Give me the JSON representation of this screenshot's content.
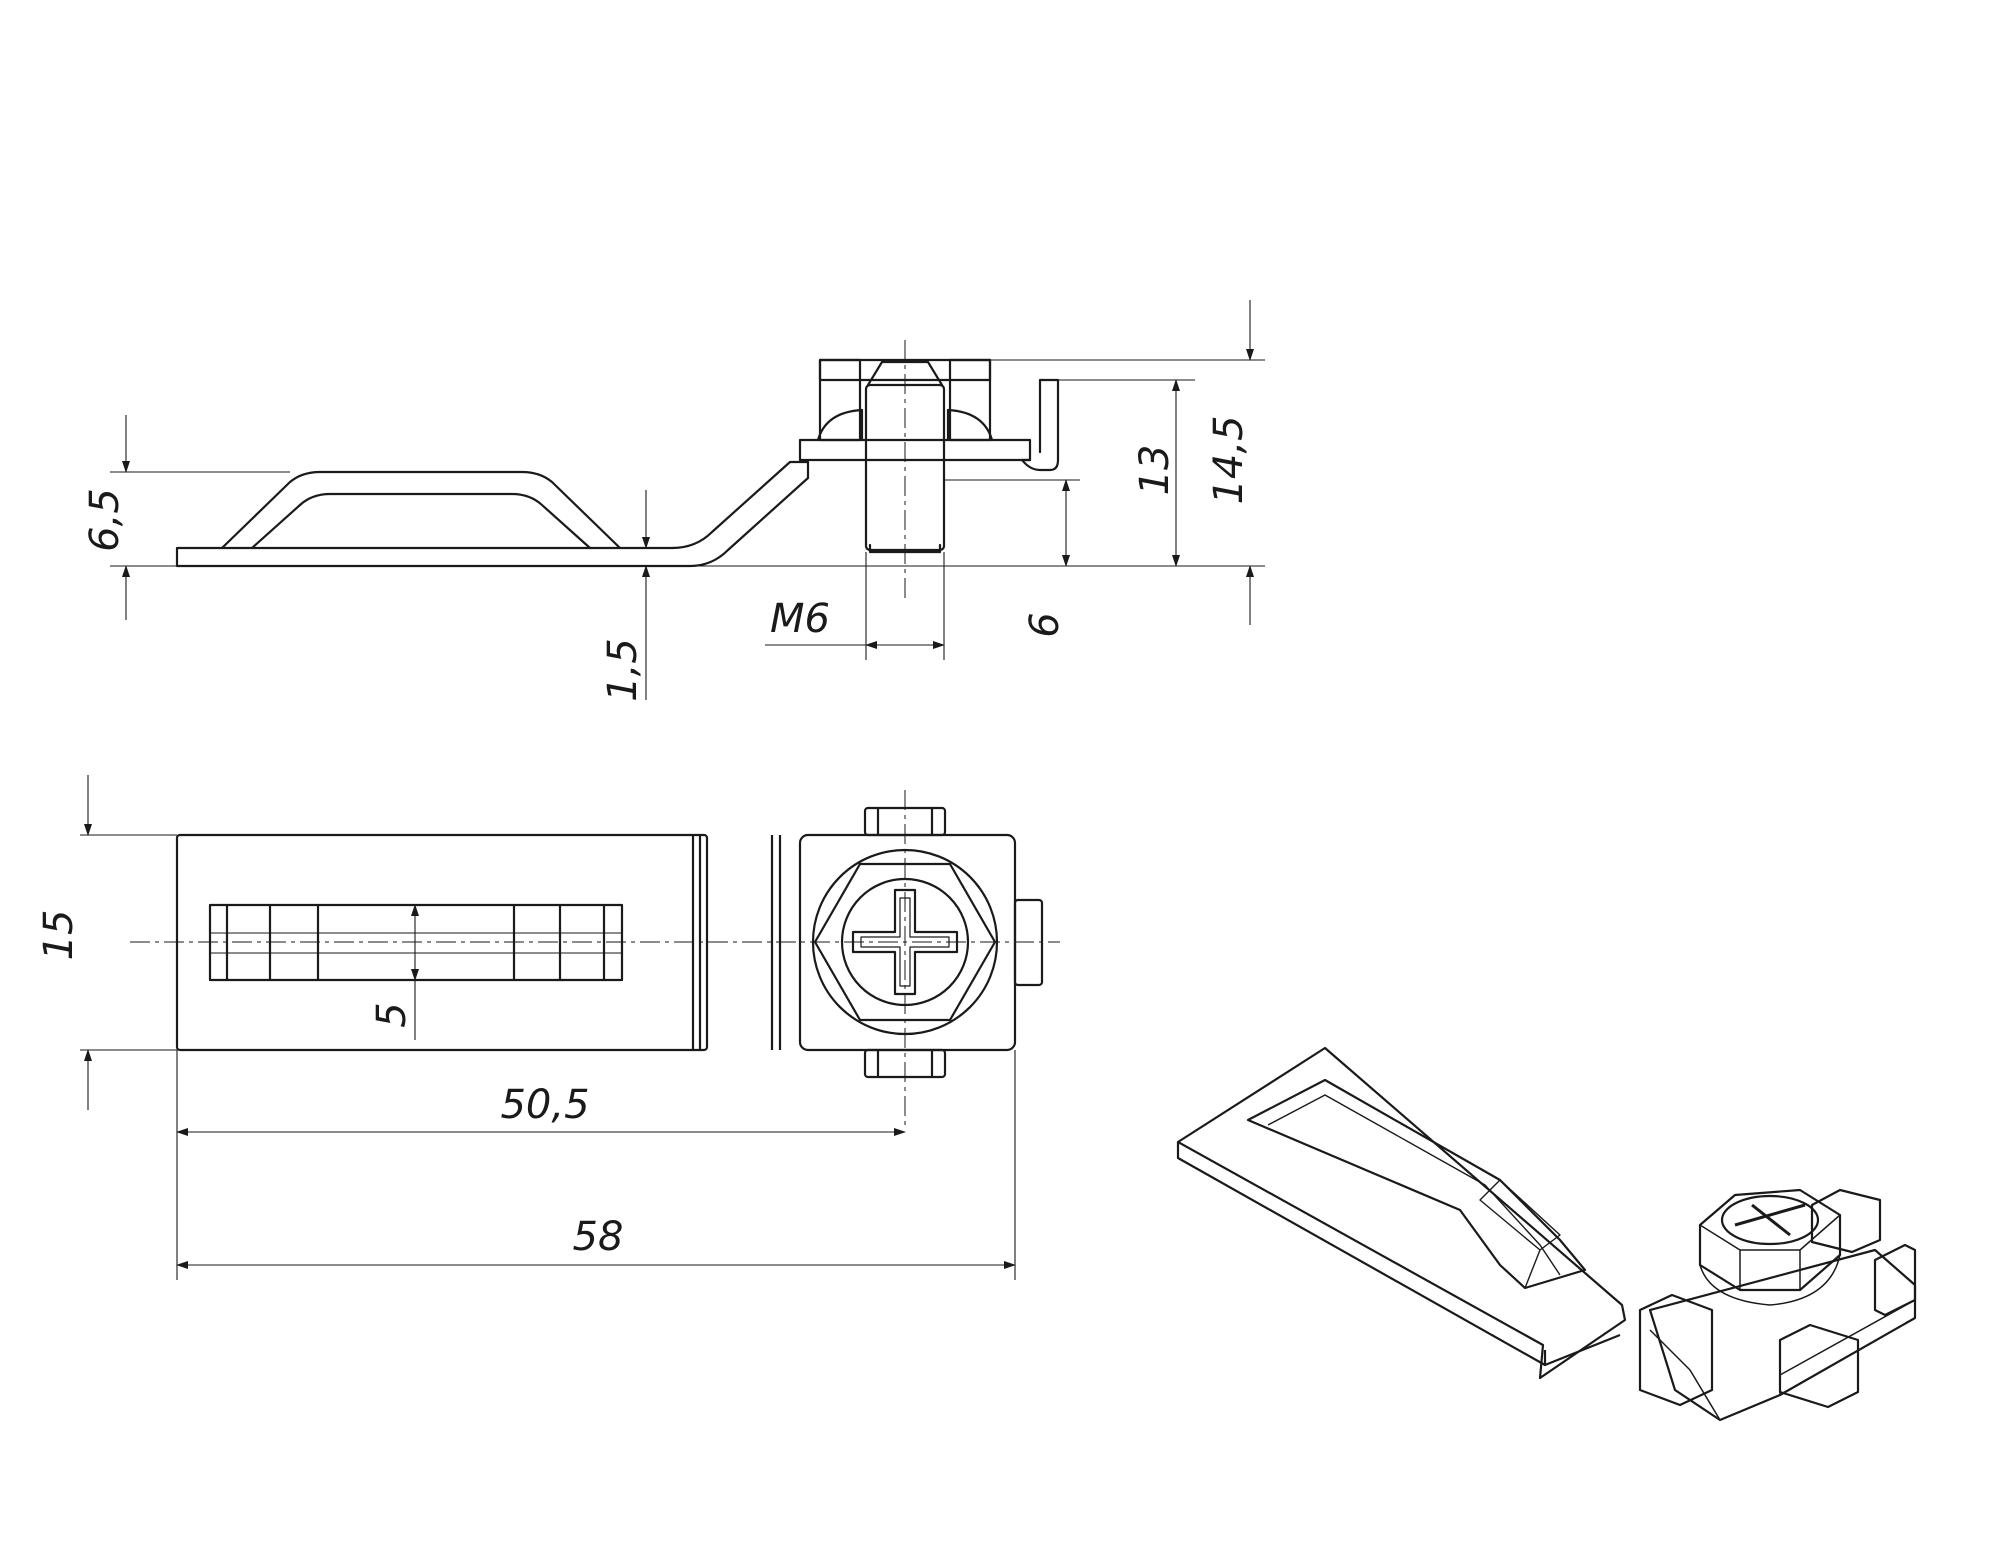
{
  "drawing": {
    "units": "mm",
    "ink_color": "#1a1a1a",
    "background": "#ffffff",
    "views": [
      "side-view",
      "top-view",
      "isometric-view"
    ]
  },
  "dimensions": {
    "side": {
      "bump_height": "6,5",
      "plate_thickness": "1,5",
      "thread": "M6",
      "screw_projection": "6",
      "tab_height": "13",
      "overall_height": "14,5"
    },
    "top": {
      "width": "15",
      "slot_width": "5",
      "screw_center": "50,5",
      "overall_length": "58"
    }
  }
}
